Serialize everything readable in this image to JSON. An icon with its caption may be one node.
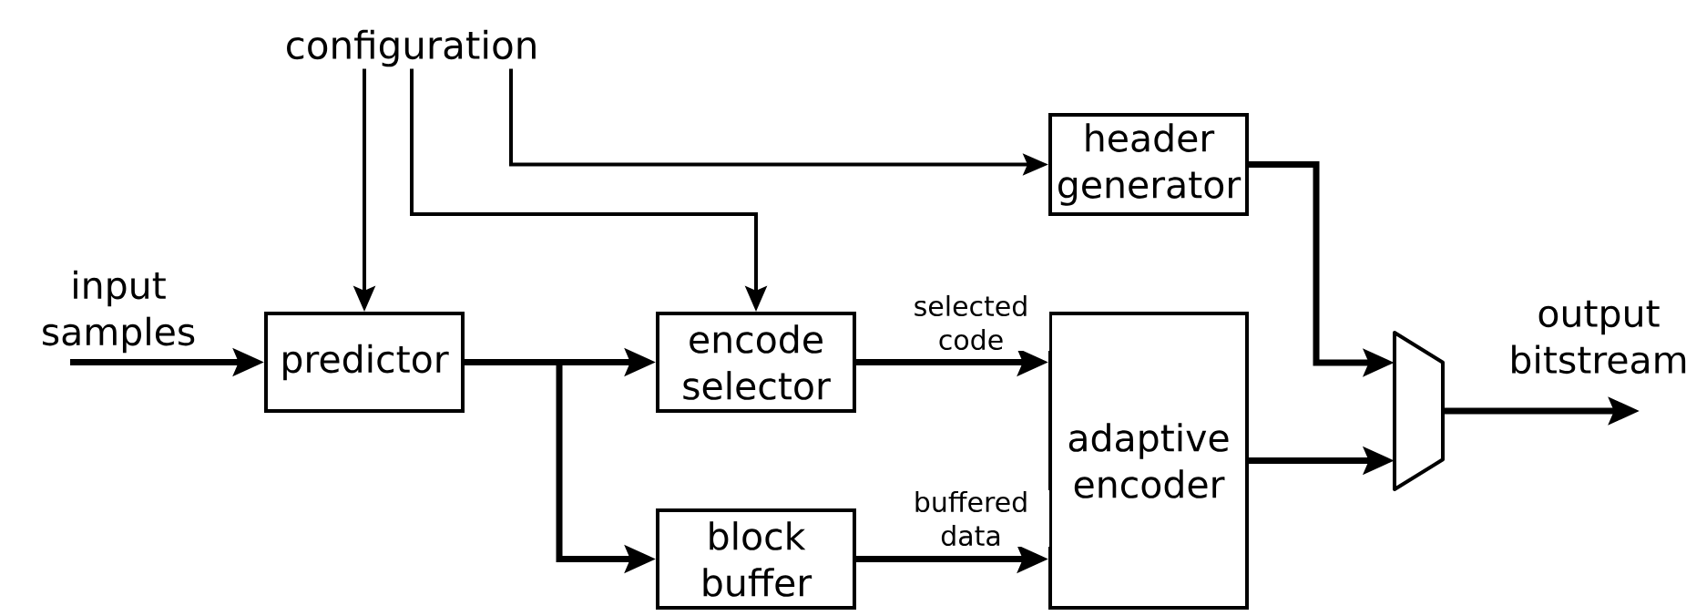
{
  "diagram": {
    "nodes": [
      {
        "text": [
          "configuration"
        ]
      },
      {
        "text": [
          "predictor"
        ]
      },
      {
        "text": [
          "encode selector"
        ]
      },
      {
        "text": [
          "block buffer"
        ]
      },
      {
        "text": [
          "header generator"
        ]
      },
      {
        "text": [
          "adaptive encoder"
        ]
      },
      {
        "text": [],
        "shape": "trapezoid"
      }
    ],
    "edges": [
      {
        "from": 0,
        "to": 1,
        "arrow": "to"
      },
      {
        "from": 0,
        "to": 2,
        "arrow": "to"
      },
      {
        "from": 0,
        "to": 4,
        "arrow": "to"
      },
      {
        "from": null,
        "to": 1,
        "arrow": "to",
        "label": "input samples"
      },
      {
        "from": 1,
        "to": 2,
        "arrow": "to"
      },
      {
        "from": 1,
        "to": 3,
        "arrow": "to"
      },
      {
        "from": 2,
        "to": 5,
        "arrow": "to",
        "label": "selected code"
      },
      {
        "from": 3,
        "to": 5,
        "arrow": "to",
        "label": "buffered data"
      },
      {
        "from": 4,
        "to": 6,
        "arrow": "to"
      },
      {
        "from": 5,
        "to": 6,
        "arrow": "to"
      },
      {
        "from": 6,
        "to": null,
        "arrow": "to",
        "label": "output bitstream"
      }
    ]
  }
}
